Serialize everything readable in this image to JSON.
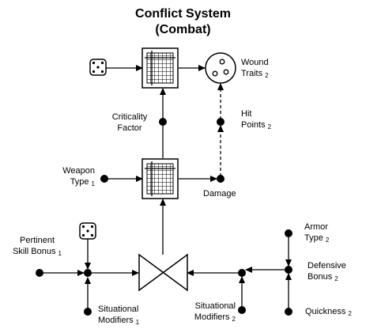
{
  "title": {
    "line1": "Conflict System",
    "line2": "(Combat)"
  },
  "nodes": {
    "wound_traits": {
      "line1": "Wound",
      "line2": "Traits",
      "sub": "2"
    },
    "hit_points": {
      "line1": "Hit",
      "line2": "Points",
      "sub": "2"
    },
    "criticality_factor": {
      "line1": "Criticality",
      "line2": "Factor"
    },
    "weapon_type": {
      "line1": "Weapon",
      "line2": "Type",
      "sub": "1"
    },
    "damage": {
      "label": "Damage"
    },
    "pertinent_skill_bonus": {
      "line1": "Pertinent",
      "line2": "Skill Bonus",
      "sub": "1"
    },
    "situational_modifiers_1": {
      "line1": "Situational",
      "line2": "Modifiers",
      "sub": "1"
    },
    "situational_modifiers_2": {
      "line1": "Situational",
      "line2": "Modifiers",
      "sub": "2"
    },
    "armor_type": {
      "line1": "Armor",
      "line2": "Type",
      "sub": "2"
    },
    "defensive_bonus": {
      "line1": "Defensive",
      "line2": "Bonus",
      "sub": "2"
    },
    "quickness": {
      "label": "Quickness",
      "sub": "2"
    }
  },
  "icons": [
    "dice-icon",
    "table-grid-icon",
    "wound-circle-icon",
    "bowtie-valve-icon"
  ]
}
